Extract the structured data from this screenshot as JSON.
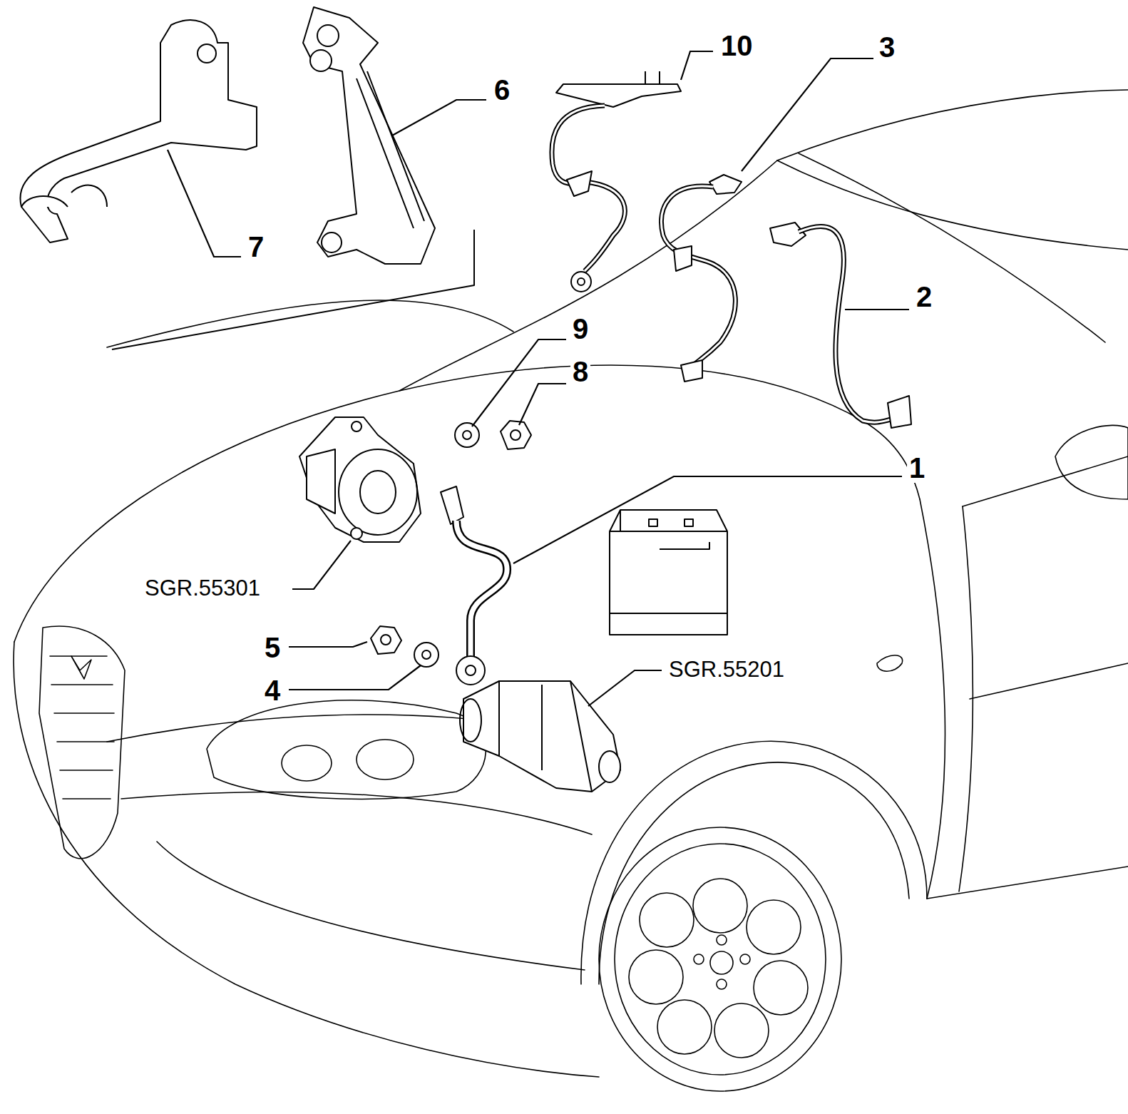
{
  "diagram": {
    "labels": [
      "10",
      "3",
      "6",
      "7",
      "2",
      "9",
      "8",
      "1",
      "SGR.55301",
      "5",
      "4",
      "SGR.55201"
    ]
  }
}
